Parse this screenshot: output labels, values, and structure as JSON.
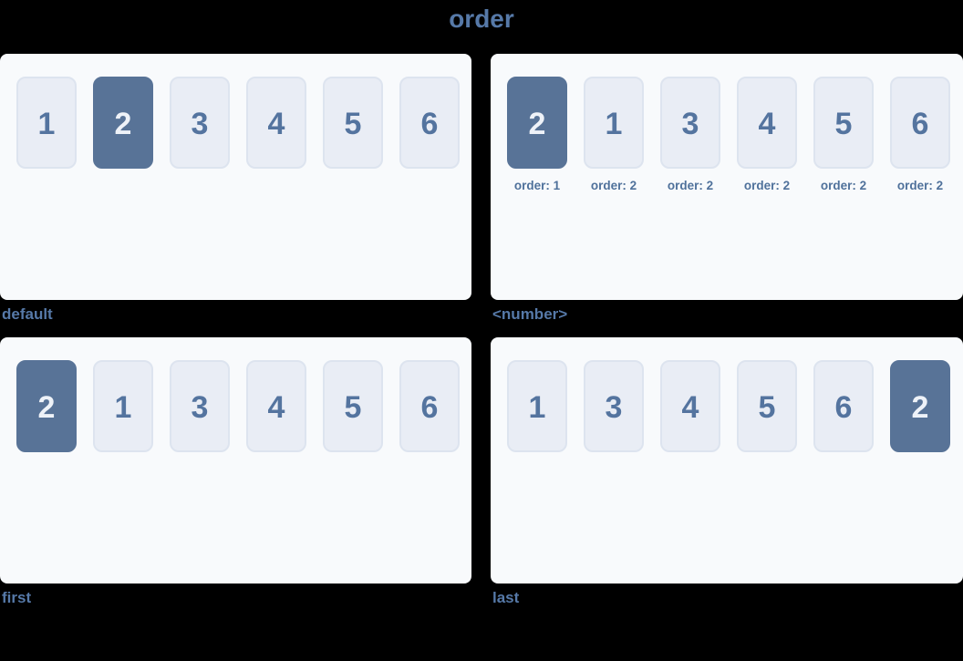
{
  "title": "order",
  "colors": {
    "background": "#000000",
    "panel_bg": "#f8fafc",
    "item_bg": "#e9edf5",
    "item_border": "#dde4ef",
    "item_text": "#54749f",
    "highlight_bg": "#587397",
    "highlight_text": "#eef2f8",
    "heading_text": "#5679a8",
    "order_label_text": "#4f719b"
  },
  "panels": [
    {
      "id": "default",
      "label": "default",
      "items": [
        {
          "value": "1",
          "highlighted": false
        },
        {
          "value": "2",
          "highlighted": true
        },
        {
          "value": "3",
          "highlighted": false
        },
        {
          "value": "4",
          "highlighted": false
        },
        {
          "value": "5",
          "highlighted": false
        },
        {
          "value": "6",
          "highlighted": false
        }
      ]
    },
    {
      "id": "number",
      "label": "<number>",
      "items": [
        {
          "value": "2",
          "highlighted": true,
          "order_label": "order: 1"
        },
        {
          "value": "1",
          "highlighted": false,
          "order_label": "order: 2"
        },
        {
          "value": "3",
          "highlighted": false,
          "order_label": "order: 2"
        },
        {
          "value": "4",
          "highlighted": false,
          "order_label": "order: 2"
        },
        {
          "value": "5",
          "highlighted": false,
          "order_label": "order: 2"
        },
        {
          "value": "6",
          "highlighted": false,
          "order_label": "order: 2"
        }
      ]
    },
    {
      "id": "first",
      "label": "first",
      "items": [
        {
          "value": "2",
          "highlighted": true
        },
        {
          "value": "1",
          "highlighted": false
        },
        {
          "value": "3",
          "highlighted": false
        },
        {
          "value": "4",
          "highlighted": false
        },
        {
          "value": "5",
          "highlighted": false
        },
        {
          "value": "6",
          "highlighted": false
        }
      ]
    },
    {
      "id": "last",
      "label": "last",
      "items": [
        {
          "value": "1",
          "highlighted": false
        },
        {
          "value": "3",
          "highlighted": false
        },
        {
          "value": "4",
          "highlighted": false
        },
        {
          "value": "5",
          "highlighted": false
        },
        {
          "value": "6",
          "highlighted": false
        },
        {
          "value": "2",
          "highlighted": true
        }
      ]
    }
  ]
}
